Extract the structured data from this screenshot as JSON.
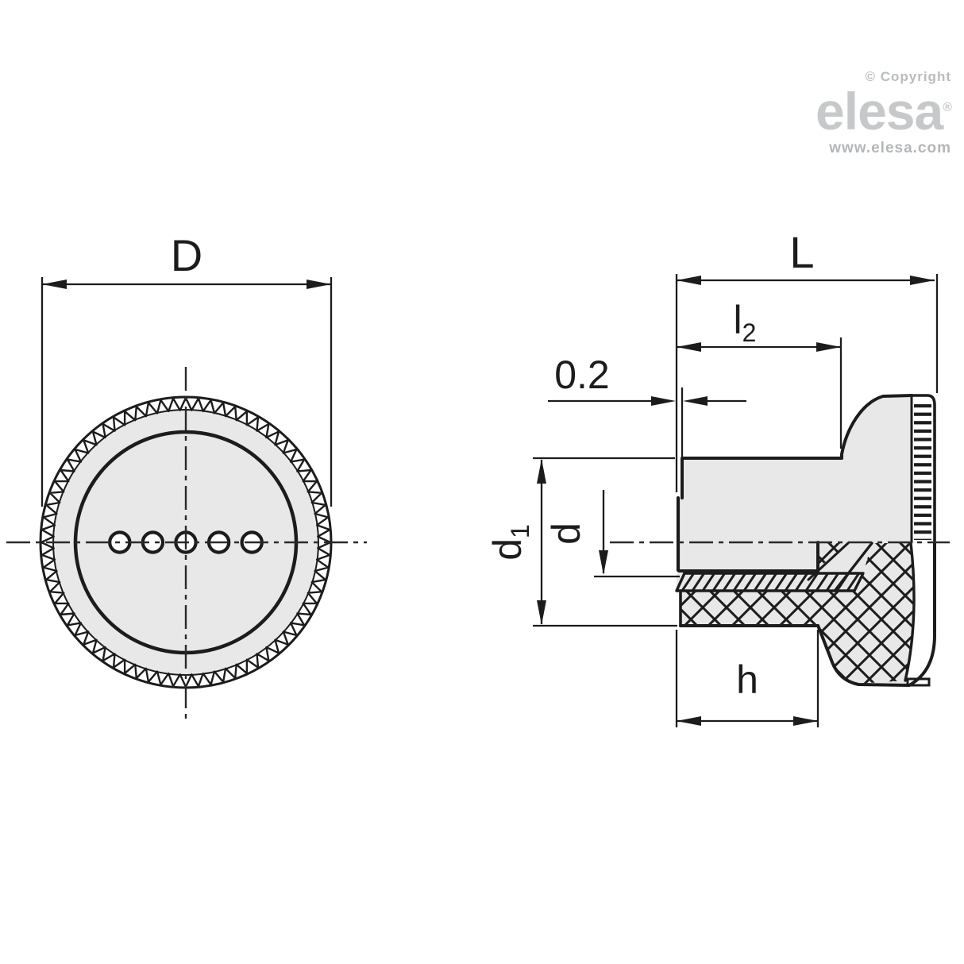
{
  "branding": {
    "copyright": "© Copyright",
    "logo_text": "elesa",
    "registered": "®",
    "website": "www.elesa.com"
  },
  "front_view": {
    "dim_diameter": "D"
  },
  "side_view": {
    "dim_length": "L",
    "dim_l2_base": "l",
    "dim_l2_sub": "2",
    "dim_offset": "0.2",
    "dim_d1_base": "d",
    "dim_d1_sub": "1",
    "dim_bore": "d",
    "dim_hub": "h"
  },
  "colors": {
    "line": "#1c1c1c",
    "surface_gray": "#e8e8e9",
    "logo_gray": "#c6c8ca",
    "background": "#ffffff"
  }
}
